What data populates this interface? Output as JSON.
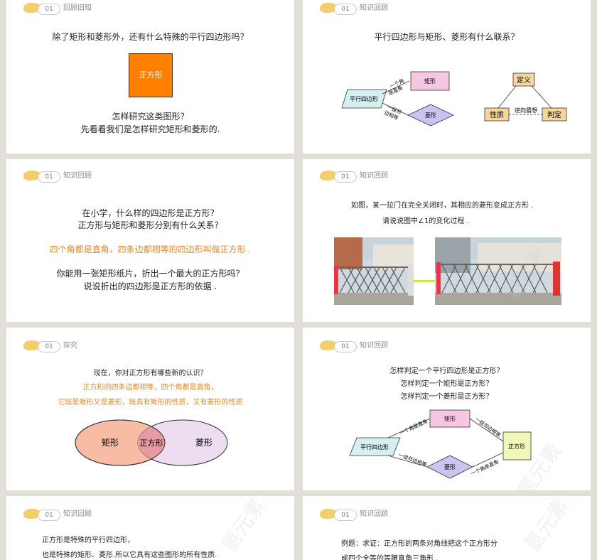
{
  "slides": [
    {
      "num": "01",
      "title": "回顾旧知",
      "question": "除了矩形和菱形外，还有什么特殊的平行四边形吗？",
      "square_label": "正方形",
      "line1": "怎样研究这类图形？",
      "line2": "先看看我们是怎样研究矩形和菱形的."
    },
    {
      "num": "01",
      "title": "知识回顾",
      "question": "平行四边形与矩形、菱形有什么联系？",
      "parallelogram": "平行四边形",
      "rect": "矩形",
      "rhombus": "菱形",
      "edge_top1": "一个角",
      "edge_top2": "是直角",
      "edge_bot1": "一组邻",
      "edge_bot2": "边相等",
      "define": "定义",
      "property": "性质",
      "judge": "判定",
      "reverse": "逆向猜想"
    },
    {
      "num": "01",
      "title": "知识回顾",
      "q1": "在小学，什么样的四边形是正方形？",
      "q2": "正方形与矩形和菱形分别有什么关系？",
      "def": "四个角都是直角，四条边都相等的四边形叫做正方形 .",
      "q3": "你能用一张矩形纸片，折出一个最大的正方形吗？",
      "q4": "说说折出的四边形是正方形的依据 ."
    },
    {
      "num": "01",
      "title": "知识回顾",
      "line1": "如图，某一拉门在完全关闭时，其相应的菱形变成正方形 .",
      "line2": "请说说图中∠1的变化过程 ."
    },
    {
      "num": "01",
      "title": "探究",
      "q": "现在，你对正方形有哪些新的认识？",
      "a1": "正方形的四条边都相等，四个角都是直角，",
      "a2": "它既是矩形又是菱形，既具有矩形的性质，又有菱形的性质",
      "venn_left": "矩形",
      "venn_mid": "正方形",
      "venn_right": "菱形"
    },
    {
      "num": "01",
      "title": "知识回顾",
      "q1": "怎样判定一个平行四边形是正方形？",
      "q2": "怎样判定一个矩形是正方形？",
      "q3": "怎样判定一个菱形是正方形？",
      "parallelogram": "平行四边形",
      "rect": "矩形",
      "rhombus": "菱形",
      "square": "正方形",
      "e1": "一个角是直角",
      "e2": "一组邻边相等",
      "e3": "一组邻边相等",
      "e4": "一个角是直角"
    },
    {
      "num": "01",
      "title": "知识回顾",
      "line1": "正方形是特殊的平行四边形，",
      "line2": "也是特殊的矩形、菱形.所以它具有这些图形的所有性质."
    },
    {
      "num": "01",
      "title": "知识回顾",
      "line1": "例题：求证：正方形的两条对角线把这个正方形分",
      "line2": "成四个全等的等腰直角三角形 ."
    }
  ],
  "watermark": "氢元素",
  "colors": {
    "orange": "#e8872a",
    "square_fill": "#ff7f00",
    "pink": "#f7c6e3",
    "purple": "#c9c4f2",
    "cyan": "#d6f0f2",
    "yellow_box": "#f6d69d",
    "green_box": "#f0f7b9"
  }
}
